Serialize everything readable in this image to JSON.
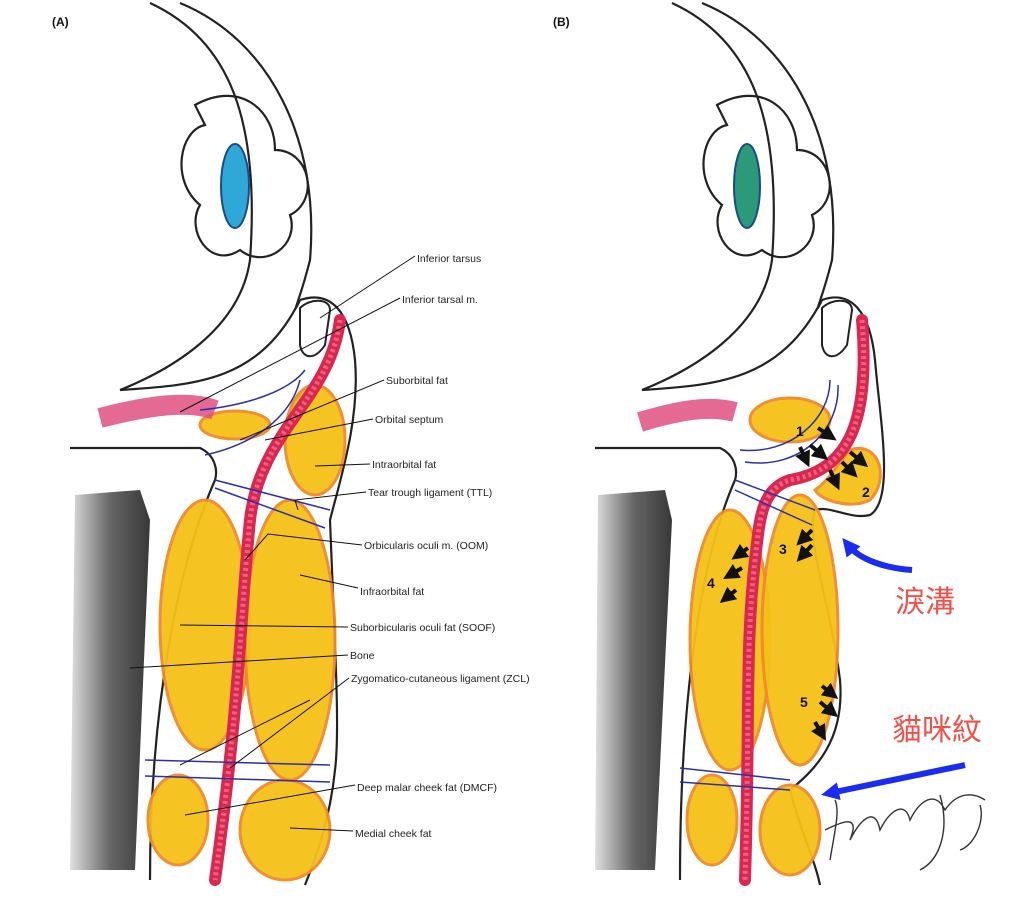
{
  "panels": {
    "a": {
      "label": "(A)",
      "annotations": [
        "Inferior tarsus",
        "Inferior tarsal m.",
        "Suborbital fat",
        "Orbital septum",
        "Intraorbital fat",
        "Tear trough ligament (TTL)",
        "Orbicularis oculi m. (OOM)",
        "Infraorbital fat",
        "Suborbicularis oculi fat (SOOF)",
        "Bone",
        "Zygomatico-cutaneous ligament (ZCL)",
        "Deep malar cheek fat (DMCF)",
        "Medial cheek fat"
      ]
    },
    "b": {
      "label": "(B)",
      "numbers": [
        "1",
        "2",
        "3",
        "4",
        "5"
      ],
      "callouts": {
        "tear_trough": "淚溝",
        "cat_line": "貓咪紋"
      },
      "signature": "Kuo-Hung"
    }
  },
  "colors": {
    "fat": "#f5c118",
    "muscle": "#d8284f",
    "septum": "#2a2fb0",
    "lens": "#2fa8d8",
    "arrow_blue": "#1a2cf0",
    "cjk_red": "#f0524a"
  }
}
